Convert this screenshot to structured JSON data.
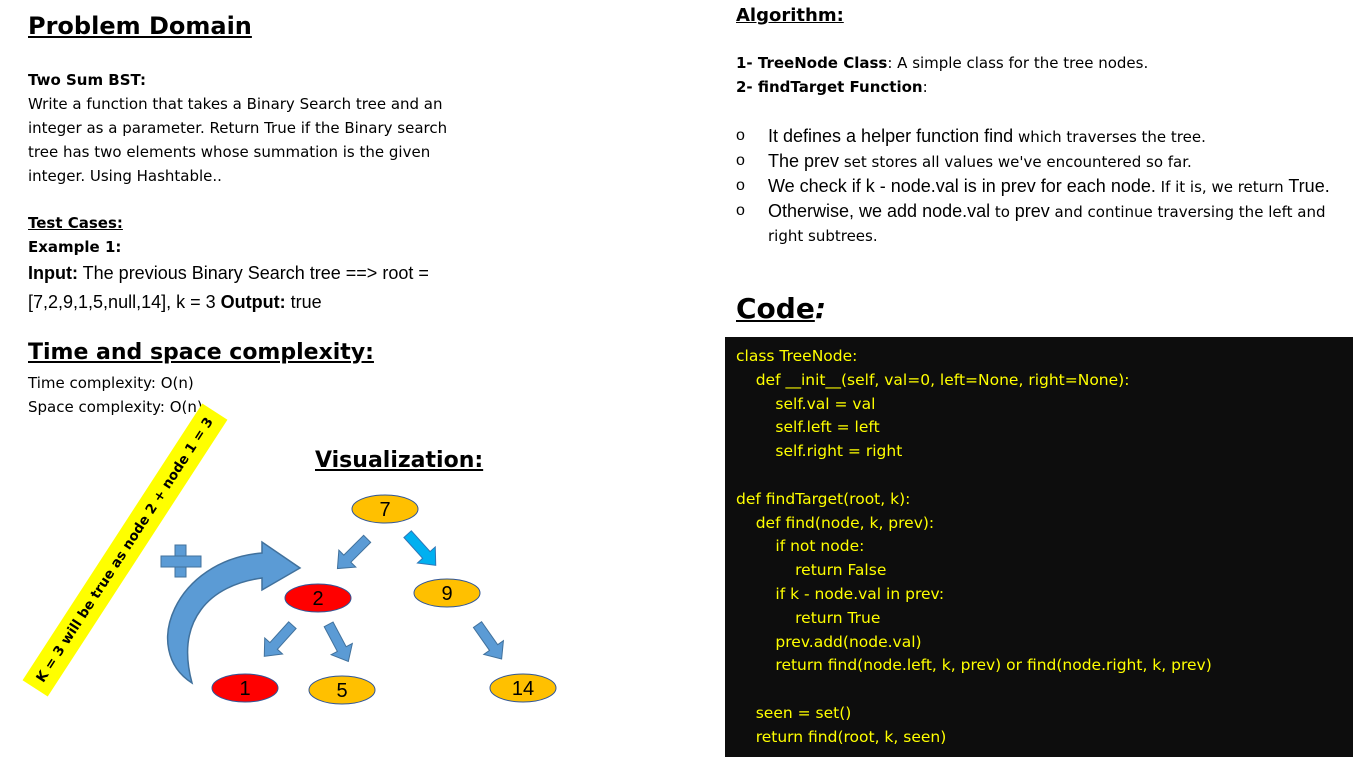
{
  "left": {
    "heading": "Problem Domain",
    "problem_title": "Two Sum BST:",
    "problem_lines": [
      "Write a function that takes a Binary Search tree and an",
      "integer as a parameter. Return True if the Binary search",
      "tree has two elements whose summation is the given",
      "integer. Using Hashtable.."
    ],
    "test_cases_label": "Test Cases:",
    "example_label": "Example 1:",
    "input_label": "Input:",
    "input_text": " The previous Binary Search tree ==> root =",
    "input_line2": "[7,2,9,1,5,null,14], k = 3 ",
    "output_label": "Output:",
    "output_text": " true",
    "complexity_heading": "Time and space complexity:",
    "time_complexity": "Time complexity: O(n)",
    "space_complexity": "Space complexity: O(n)"
  },
  "visual": {
    "heading": "Visualization:",
    "note": "K = 3 will be true as node 2 + node 1 = 3",
    "nodes": {
      "n7": "7",
      "n2": "2",
      "n9": "9",
      "n1": "1",
      "n5": "5",
      "n14": "14"
    },
    "colors": {
      "orange": "#ffc000",
      "red": "#ff0000",
      "arrow_blue": "#5b9bd5",
      "arrow_cyan": "#00b0f0",
      "note_bg": "#ffff00"
    }
  },
  "right": {
    "algorithm_heading": "Algorithm:",
    "step1_label": "1- TreeNode Class",
    "step1_text": ": A simple class for the tree nodes.",
    "step2_label": "2- findTarget Function",
    "step2_text": ":",
    "bullets": [
      {
        "lead": "It defines a helper function ",
        "lead2": "find",
        "rest": " which traverses the tree."
      },
      {
        "lead": "The prev",
        "lead2": "",
        "rest": " set stores all values we've encountered so far."
      },
      {
        "lead": "We check if k - node.val is in prev for each node.",
        "lead2": "",
        "rest": " If it is, we return ",
        "tail": "True."
      },
      {
        "lead": "Otherwise, we add node.val",
        "lead2": "",
        "rest": " to ",
        "mid": "prev",
        "rest2": " and continue traversing the left and right subtrees."
      }
    ],
    "code_heading": "Code",
    "code_heading_suffix": ":",
    "code": "class TreeNode:\n    def __init__(self, val=0, left=None, right=None):\n        self.val = val\n        self.left = left\n        self.right = right\n\ndef findTarget(root, k):\n    def find(node, k, prev):\n        if not node:\n            return False\n        if k - node.val in prev:\n            return True\n        prev.add(node.val)\n        return find(node.left, k, prev) or find(node.right, k, prev)\n\n    seen = set()\n    return find(root, k, seen)"
  }
}
